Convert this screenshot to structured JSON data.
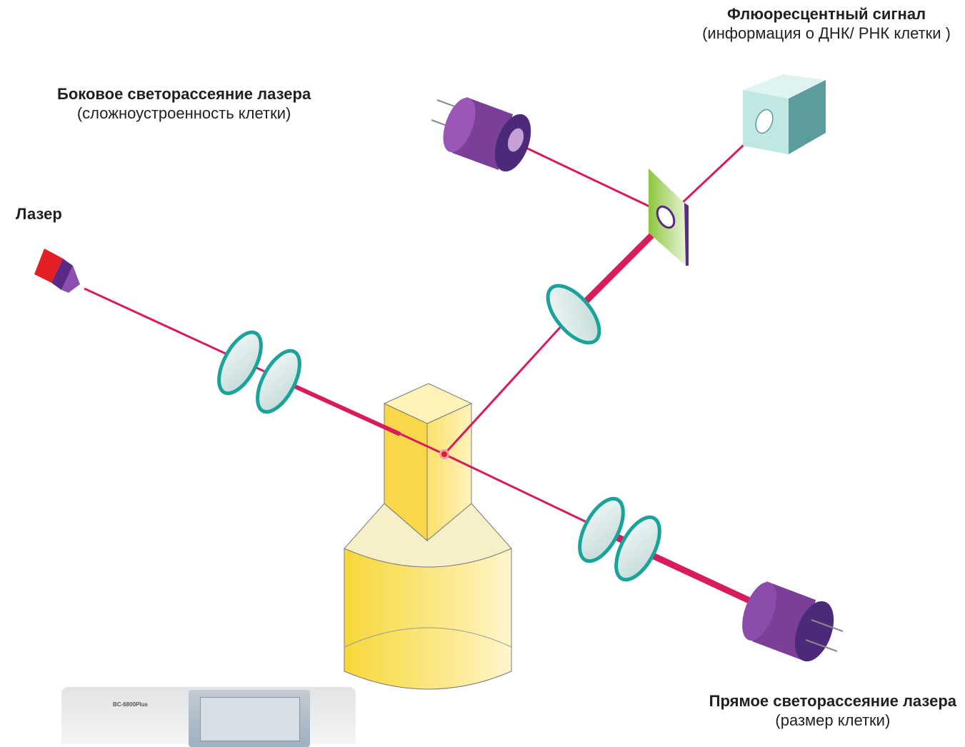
{
  "labels": {
    "fluorescence": {
      "title": "Флюоресцентный сигнал",
      "subtitle": "(информация о ДНК/ РНК клетки )"
    },
    "side_scatter": {
      "title": "Боковое светорассеяние лазера",
      "subtitle": "(сложноустроенность клетки)"
    },
    "laser": {
      "title": "Лазер"
    },
    "forward_scatter": {
      "title": "Прямое светорассеяние лазера",
      "subtitle": "(размер клетки)"
    }
  },
  "device": {
    "model_label": "BC-6800Plus"
  },
  "colors": {
    "beam": "#d81b5a",
    "detector_purple": "#7b3f98",
    "detector_dark": "#4b2a7a",
    "lens_teal": "#1aa39a",
    "lens_fill": "#e6f2f1",
    "cuvette_yellow": "#fce36a",
    "fluor_box": "#bfe7e3",
    "filter_green": "#8cc63f",
    "laser_red": "#e31e24"
  }
}
